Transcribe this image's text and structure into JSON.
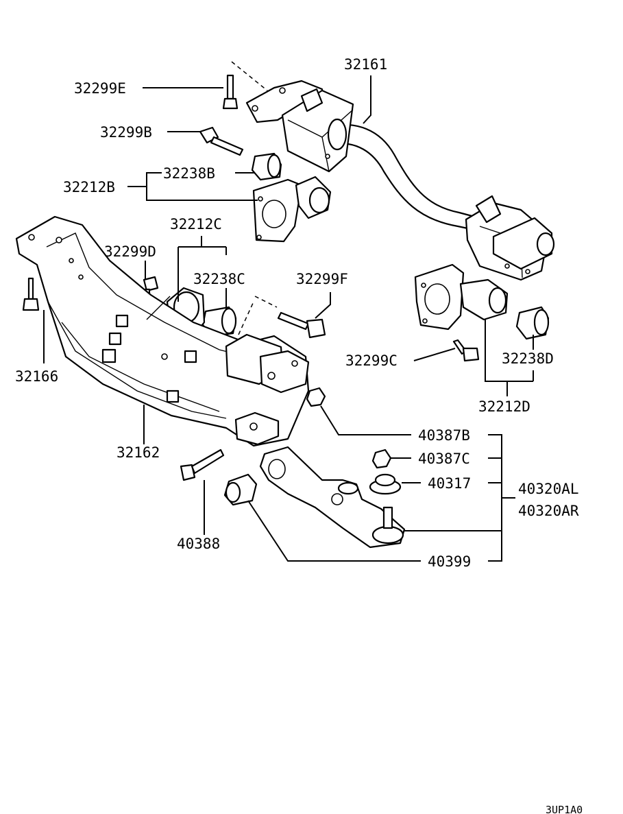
{
  "labels": {
    "p32161": "32161",
    "p32299E": "32299E",
    "p32299B": "32299B",
    "p32238B": "32238B",
    "p32212B": "32212B",
    "p32212C": "32212C",
    "p32299D": "32299D",
    "p32238C": "32238C",
    "p32299F": "32299F",
    "p32166": "32166",
    "p32299C": "32299C",
    "p32238D": "32238D",
    "p32212D": "32212D",
    "p32162": "32162",
    "p40387B": "40387B",
    "p40387C": "40387C",
    "p40317": "40317",
    "p40320AL": "40320AL",
    "p40320AR": "40320AR",
    "p40388": "40388",
    "p40399": "40399"
  },
  "diagram_code": "3UP1A0"
}
